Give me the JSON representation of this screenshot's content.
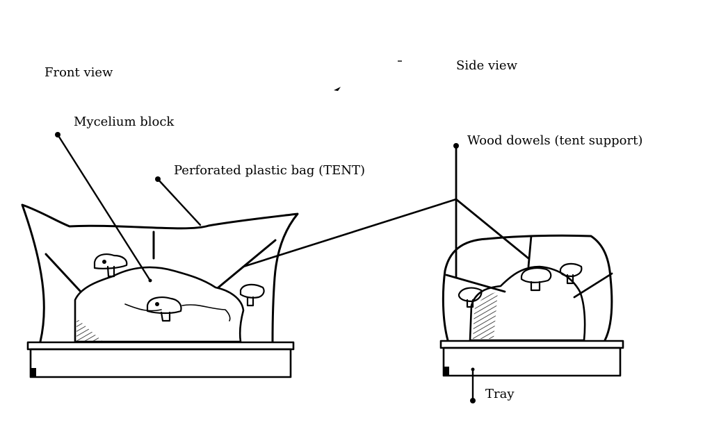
{
  "views": {
    "front": "Front view",
    "side": "Side view"
  },
  "labels": {
    "mycelium": "Mycelium block",
    "tent": "Perforated plastic bag (TENT)",
    "dowels": "Wood dowels (tent support)",
    "tray": "Tray"
  }
}
